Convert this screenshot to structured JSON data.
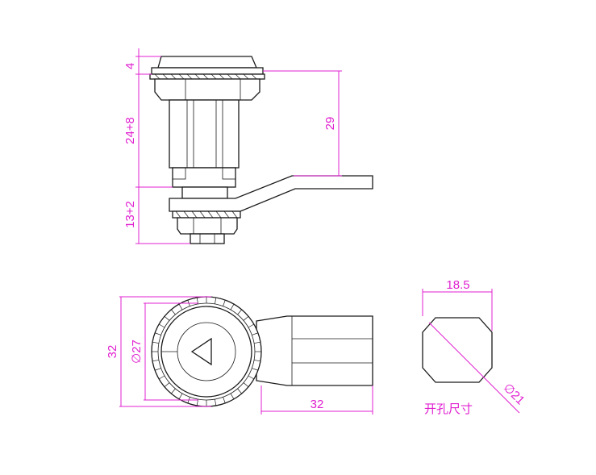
{
  "dimensions": {
    "head_height": "4",
    "body_length": "24+8",
    "total_to_cam": "29",
    "nut_length": "13+2",
    "face_outer": "32",
    "face_inner": "∅27",
    "cam_length": "32",
    "hole_width": "18.5",
    "hole_diameter": "∅21"
  },
  "labels": {
    "hole_size": "开孔尺寸"
  },
  "colors": {
    "dimension": "#e020d0",
    "outline": "#1a1a1a"
  }
}
